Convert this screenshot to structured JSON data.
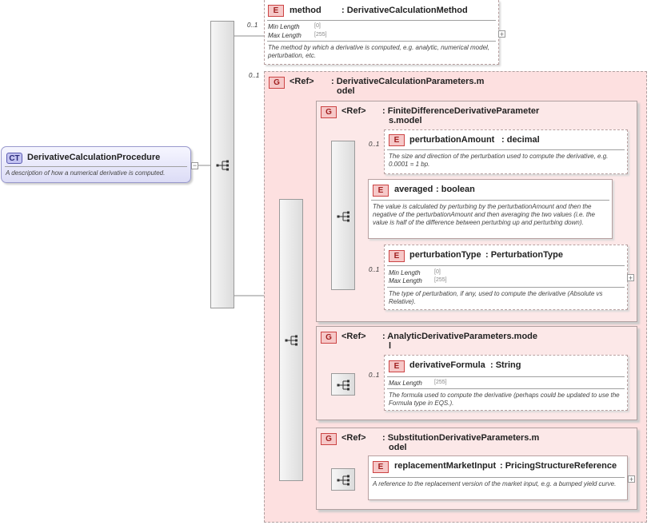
{
  "root": {
    "kind_tag": "CT",
    "name": "DerivativeCalculationProcedure",
    "description": "A description of how a numerical derivative is computed."
  },
  "method": {
    "kind_tag": "E",
    "name": "method",
    "type": ": DerivativeCalculationMethod",
    "cardinality": "0..1",
    "min_length_label": "Min Length",
    "min_length_value": "[0]",
    "max_length_label": "Max Length",
    "max_length_value": "[255]",
    "description": "The method by which a derivative is computed, e.g. analytic, numerical model, perturbation, etc."
  },
  "parameters_group": {
    "kind_tag": "G",
    "ref_label": "<Ref>",
    "name_line1": ": DerivativeCalculationParameters.m",
    "name_line2": "odel",
    "cardinality": "0..1"
  },
  "finite_difference_group": {
    "kind_tag": "G",
    "ref_label": "<Ref>",
    "name_line1": ": FiniteDifferenceDerivativeParameter",
    "name_line2": "s.model",
    "elements": {
      "perturbation_amount": {
        "kind_tag": "E",
        "name": "perturbationAmount",
        "type": ": decimal",
        "cardinality": "0..1",
        "description": "The size and direction of the perturbation used to compute the derivative, e.g. 0.0001 = 1 bp."
      },
      "averaged": {
        "kind_tag": "E",
        "name": "averaged",
        "type": ": boolean",
        "description": "The value is calculated by perturbing by the perturbationAmount and then the negative of the perturbationAmount and then averaging the two values (i.e. the value is half of the difference between perturbing up and perturbing down)."
      },
      "perturbation_type": {
        "kind_tag": "E",
        "name": "perturbationType",
        "type": ": PerturbationType",
        "cardinality": "0..1",
        "min_length_label": "Min Length",
        "min_length_value": "[0]",
        "max_length_label": "Max Length",
        "max_length_value": "[255]",
        "description": "The type of perturbation, if any, used to compute the derivative (Absolute vs Relative)."
      }
    }
  },
  "analytic_group": {
    "kind_tag": "G",
    "ref_label": "<Ref>",
    "name_line1": ": AnalyticDerivativeParameters.mode",
    "name_line2": "l",
    "element": {
      "kind_tag": "E",
      "name": "derivativeFormula",
      "type": ": String",
      "cardinality": "0..1",
      "max_length_label": "Max Length",
      "max_length_value": "[255]",
      "description": "The formula used to compute the derivative (perhaps could be updated to use the Formula type in EQS.)."
    }
  },
  "substitution_group": {
    "kind_tag": "G",
    "ref_label": "<Ref>",
    "name_line1": ": SubstitutionDerivativeParameters.m",
    "name_line2": "odel",
    "element": {
      "kind_tag": "E",
      "name": "replacementMarketInput",
      "type": ": PricingStructureReference",
      "description": "A reference to the replacement version of the market input, e.g. a bumped yield curve."
    }
  },
  "symbols": {
    "expand": "+",
    "collapse": "−",
    "sequence_icon": "sequence-icon"
  }
}
